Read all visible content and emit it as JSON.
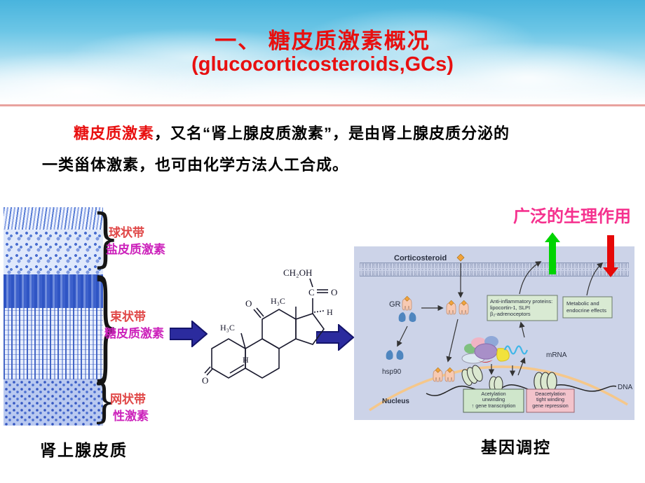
{
  "slide": {
    "title_line1": "一、 糖皮质激素概况",
    "title_line2": "(glucocorticosteroids,GCs)",
    "body_highlight": "糖皮质激素",
    "body_line1_rest": "，又名“肾上腺皮质激素”，是由肾上腺皮质分泌的",
    "body_line2": "一类甾体激素，也可由化学方法人工合成。"
  },
  "adrenal_figure": {
    "caption": "肾上腺皮质",
    "zones": [
      {
        "zone": "球状带",
        "hormone": "盐皮质激素"
      },
      {
        "zone": "束状带",
        "hormone": "糖皮质激素"
      },
      {
        "zone": "网状带",
        "hormone": "性激素"
      }
    ]
  },
  "chemical_structure": {
    "ch2oh": "CH₂OH",
    "c": "C",
    "o": "O",
    "h3c": "H₃C",
    "h": "H"
  },
  "pathway_figure": {
    "physiology_label": "广泛的生理作用",
    "caption": "基因调控",
    "corticosteroid_label": "Corticosteroid",
    "gr_label": "GR",
    "hsp90_label": "hsp90",
    "nucleus_label": "Nucleus",
    "mrna_label": "mRNA",
    "dna_label": "DNA",
    "anti_inflammatory_box": [
      "Anti-inflammatory proteins:",
      "lipocortin-1, SLPI",
      "β₂-adrenoceptors"
    ],
    "metabolic_box": [
      "Metabolic and",
      "endocrine effects"
    ],
    "acetylation_box": [
      "Acetylation",
      "unwinding",
      "↑ gene transcription"
    ],
    "deacetylation_box": [
      "Deacetylation",
      "tight winding",
      "gene repression"
    ]
  },
  "colors": {
    "title_red": "#e81010",
    "zone_label_red": "#e04848",
    "hormone_magenta": "#cc22bb",
    "physiology_pink": "#f5318e",
    "block_arrow_navy": "#2b2b9e",
    "up_arrow_green": "#00d400",
    "down_arrow_red": "#e60808",
    "diagram_bg_lavender": "#ccd3e8",
    "box_green": "#d9ead3",
    "box_pink": "#f3c3cb",
    "sky_blue": "#49b4dd"
  }
}
